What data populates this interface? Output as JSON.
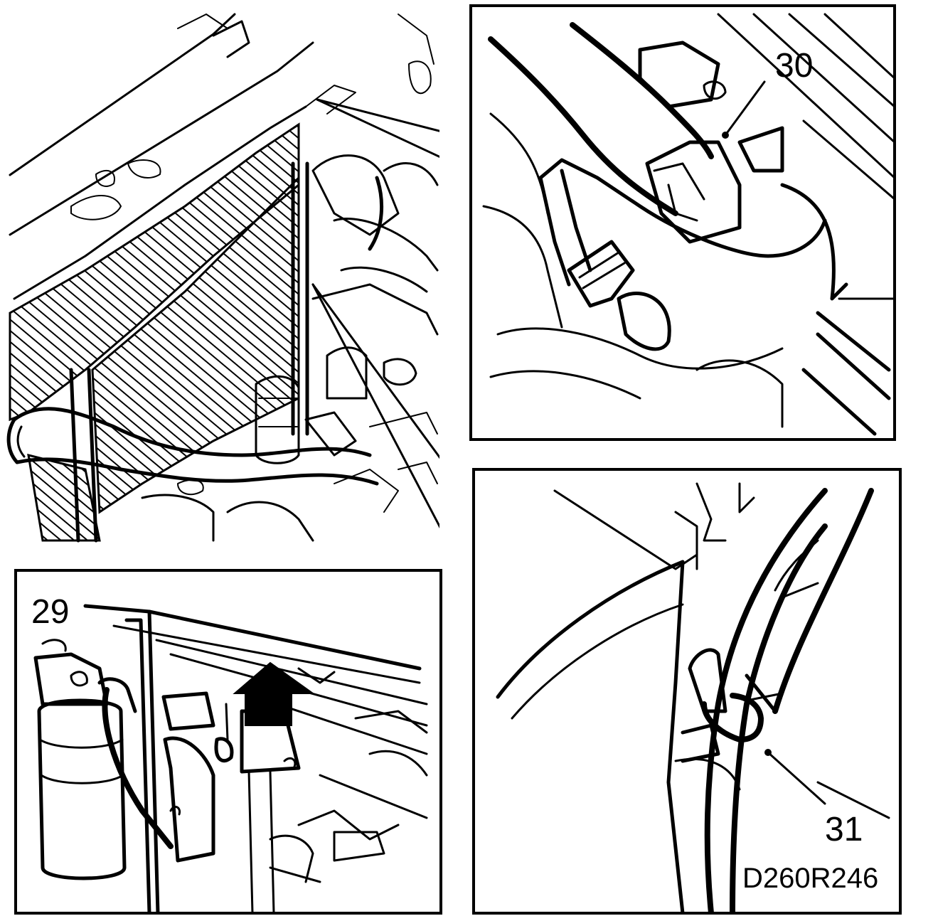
{
  "callouts": {
    "c29": "29",
    "c30": "30",
    "c31": "31"
  },
  "figure_code": "D260R246",
  "colors": {
    "ink": "#000000",
    "paper": "#ffffff"
  }
}
